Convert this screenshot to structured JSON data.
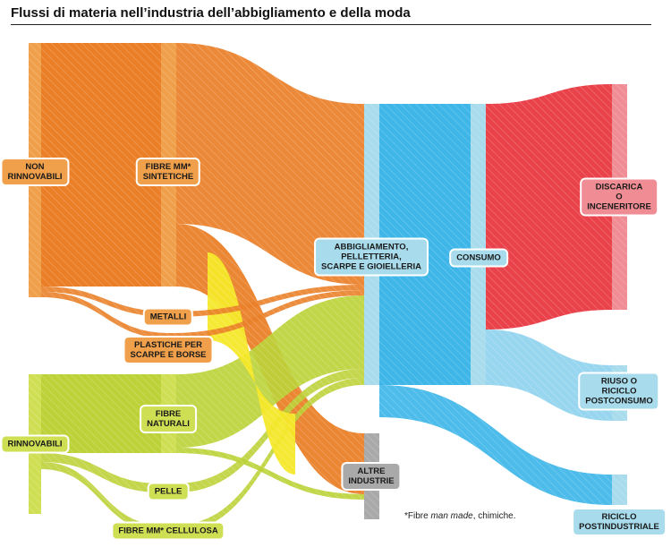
{
  "title": "Flussi di materia nell’industria dell’abbigliamento e della moda",
  "colors": {
    "non_rinnovabili": "#f0a04b",
    "sintetiche": "#f0a04b",
    "rinnovabili": "#cfdf54",
    "naturali": "#cfdf54",
    "abbigliamento": "#a8dcec",
    "consumo": "#a8dcec",
    "discarica": "#f08c94",
    "riuso": "#a8dcec",
    "postindustriale": "#a8dcec",
    "altre_industrie": "#a9a9a9",
    "flow_orange": "#ea7f28",
    "flow_green": "#bcd238",
    "flow_yellow": "#f5e829",
    "flow_blue": "#3eb6e8",
    "flow_lightblue": "#8fd2ee",
    "flow_red": "#e8323b"
  },
  "nodes": {
    "non_rinnovabili": "NON\nRINNOVABILI",
    "sintetiche": "FIBRE MM*\nSINTETICHE",
    "metalli": "METALLI",
    "plastiche": "PLASTICHE PER\nSCARPE E BORSE",
    "rinnovabili": "RINNOVABILI",
    "naturali": "FIBRE\nNATURALI",
    "pelle": "PELLE",
    "cellulosa": "FIBRE MM* CELLULOSA",
    "abbigliamento": "ABBIGLIAMENTO,\nPELLETTERIA,\nSCARPE E GIOIELLERIA",
    "consumo": "CONSUMO",
    "altre_industrie": "ALTRE\nINDUSTRIE",
    "discarica": "DISCARICA\nO INCENERITORE",
    "riuso": "RIUSO O RICICLO\nPOSTCONSUMO",
    "postindustriale": "RICICLO\nPOSTINDUSTRIALE"
  },
  "footnote": {
    "prefix": "*Fibre ",
    "italic": "man made",
    "suffix": ", chimiche."
  }
}
